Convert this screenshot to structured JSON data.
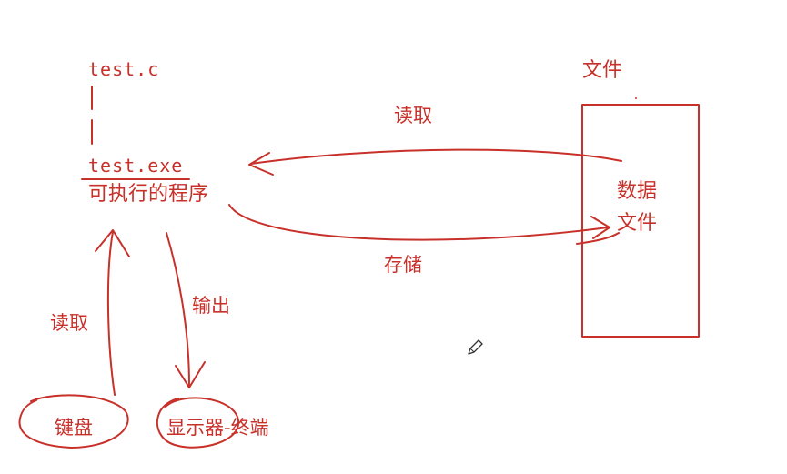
{
  "source_file": {
    "label": "test.c"
  },
  "program": {
    "file_label": "test.exe",
    "caption": "可执行的程序"
  },
  "data_file": {
    "heading": "文件",
    "box_line1": "数据",
    "box_line2": "文件"
  },
  "arrows": {
    "file_read_label": "读取",
    "file_store_label": "存储",
    "keyboard_read_label": "读取",
    "display_output_label": "输出"
  },
  "devices": {
    "keyboard": "键盘",
    "display": "显示器-终端"
  },
  "icons": {
    "cursor": "pencil-icon"
  },
  "colors": {
    "ink": "#c8302a",
    "cursor": "#333333"
  }
}
